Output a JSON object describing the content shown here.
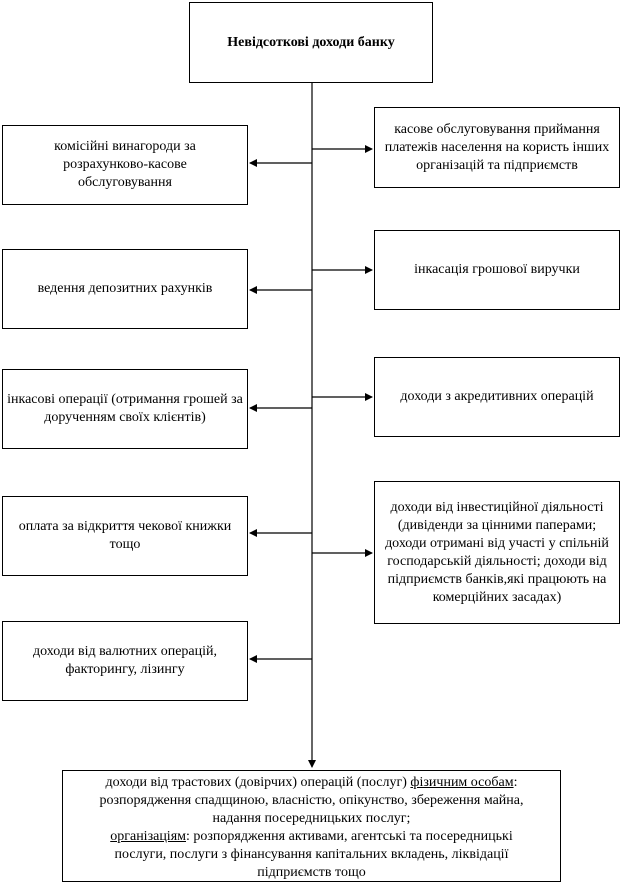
{
  "root": {
    "label": "Невідсоткові доходи банку"
  },
  "left_items": [
    {
      "label": "комісійні винагороди за розрахунково-касове обслуговування"
    },
    {
      "label": "ведення депозитних рахунків"
    },
    {
      "label": "інкасові операції (отримання грошей за дорученням своїх клієнтів)"
    },
    {
      "label": "оплата за відкриття чекової книжки тощо"
    },
    {
      "label": "доходи від валютних операцій, факторингу, лізингу"
    }
  ],
  "right_items": [
    {
      "label": "касове обслуговування приймання платежів населення на користь інших організацій та підприємств"
    },
    {
      "label": "інкасація грошової виручки"
    },
    {
      "label": "доходи з акредитивних операцій"
    },
    {
      "label": "доходи від інвестиційної діяльності (дивіденди за цінними паперами; доходи отримані від участі у спільній господарській діяльності; доходи від підприємств банків,які працюють на комерційних засадах)"
    }
  ],
  "bottom": {
    "line1_prefix": "доходи від трастових (довірчих) операцій (послуг) ",
    "line1_underlined": "фізичним особам",
    "line1_suffix": ":",
    "line2": "розпорядження спадщиною, власністю, опікунство, збереження майна,",
    "line3": "надання посередницьких послуг;",
    "line4_underlined": "організаціям",
    "line4_suffix": ": розпорядження активами, агентські та посередницькі",
    "line5": "послуги, послуги з фінансування капітальних вкладень, ліквідації",
    "line6": "підприємств тощо"
  }
}
